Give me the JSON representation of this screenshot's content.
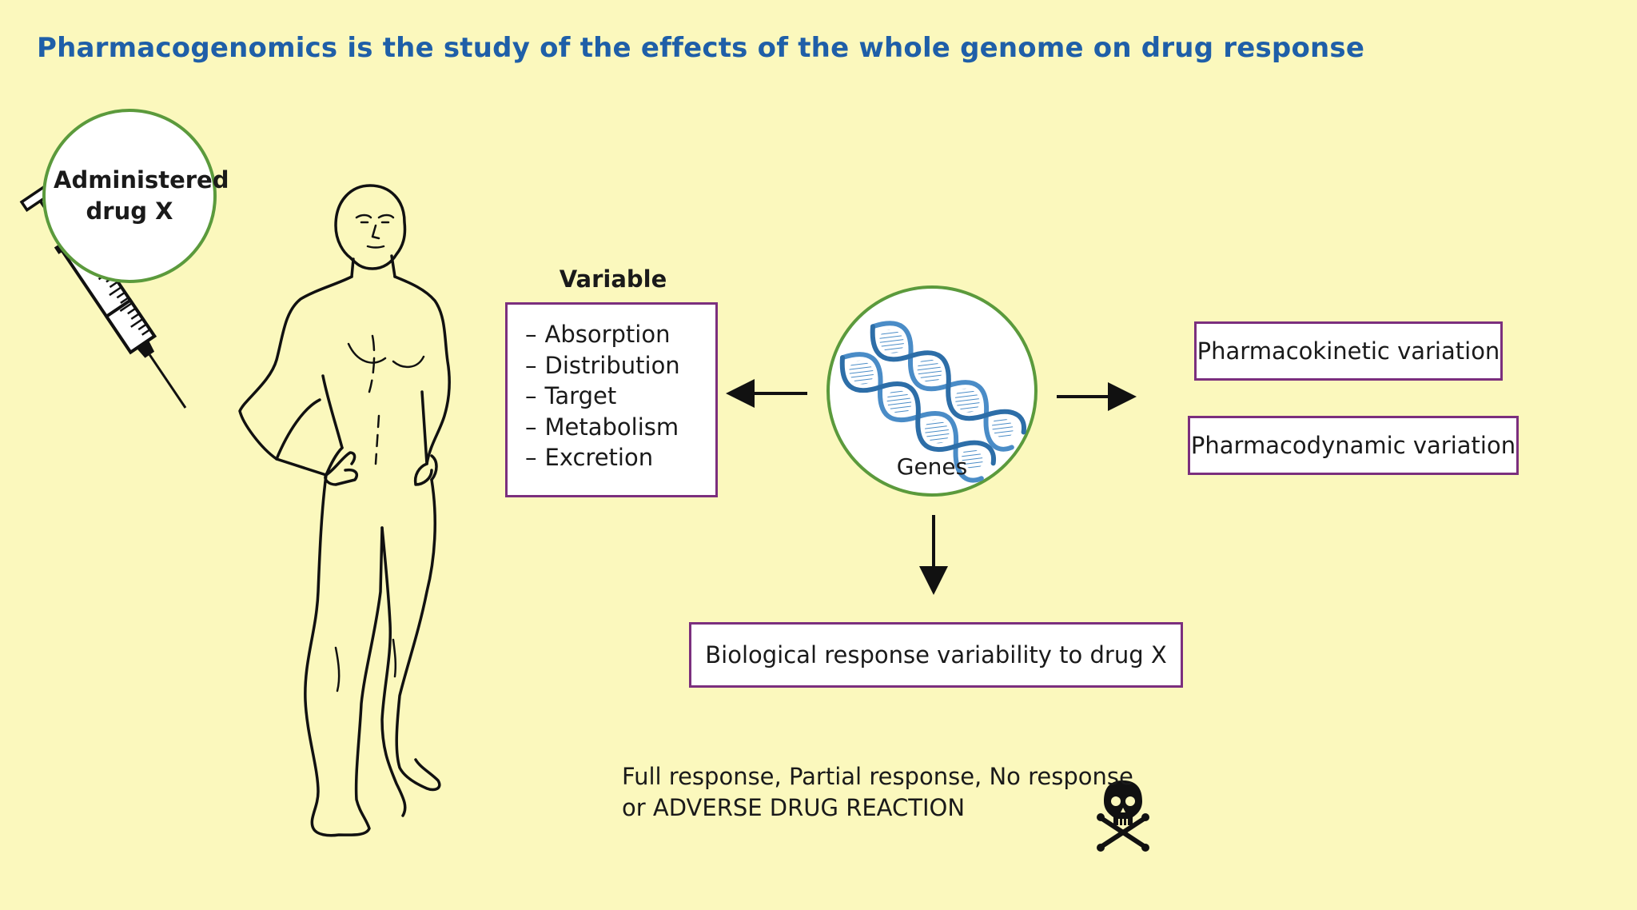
{
  "title": "Pharmacogenomics is the study of the effects of the whole genome on drug response",
  "drug": {
    "line1": "Administered",
    "line2": "drug X"
  },
  "variable": {
    "title": "Variable",
    "items": [
      "Absorption",
      "Distribution",
      "Target",
      "Metabolism",
      "Excretion"
    ]
  },
  "genes": {
    "label": "Genes"
  },
  "outputs": {
    "pharmacokinetic": "Pharmacokinetic variation",
    "pharmacodynamic": "Pharmacodynamic variation"
  },
  "biological_response": "Biological response variability to drug X",
  "outcome": {
    "line1": "Full response, Partial response, No response",
    "line2": "or ADVERSE DRUG REACTION"
  },
  "colors": {
    "background": "#fbf8bd",
    "title": "#1f5fa8",
    "circle_border": "#5b9a3c",
    "box_border": "#7b2f7e",
    "dna": "#4a8cc7"
  },
  "icons": [
    "syringe-icon",
    "human-figure-icon",
    "dna-helix-icon",
    "skull-crossbones-icon"
  ]
}
